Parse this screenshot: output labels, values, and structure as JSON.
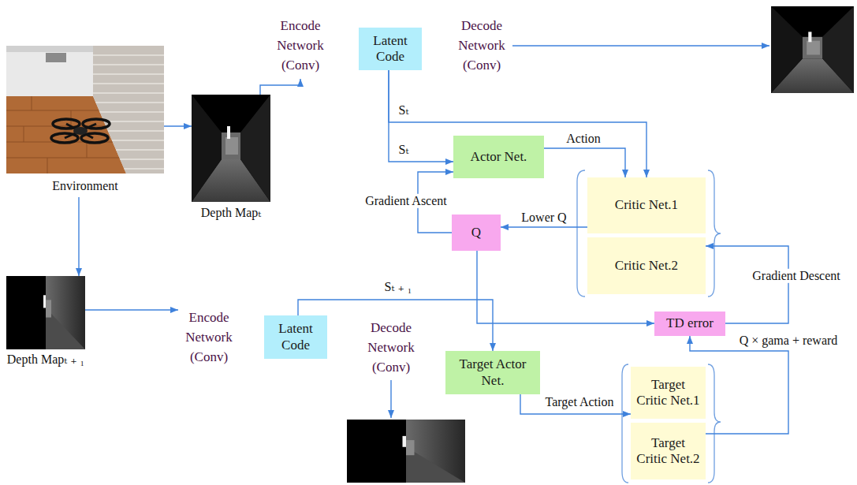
{
  "diagram": {
    "nodes": [
      {
        "text": [
          "Environment"
        ]
      },
      {
        "text": [
          "Depth Mapₜ"
        ]
      },
      {
        "text": [
          "Latent Code"
        ]
      },
      {
        "text": [
          "Actor Net."
        ]
      },
      {
        "text": [
          "Critic Net.1"
        ]
      },
      {
        "text": [
          "Critic Net.2"
        ]
      },
      {
        "text": [
          "Q"
        ]
      },
      {
        "text": [
          "TD error"
        ]
      },
      {
        "text": [
          "Depth Mapₜ ₊ ₁"
        ]
      },
      {
        "text": [
          "Latent Code"
        ]
      },
      {
        "text": [
          "Target Actor Net."
        ]
      },
      {
        "text": [
          "Target Critic Net.1"
        ]
      },
      {
        "text": [
          "Target Critic Net.2"
        ]
      }
    ],
    "edges": [
      {
        "from": 0,
        "to": 1,
        "arrow": "to"
      },
      {
        "from": 0,
        "to": 8,
        "arrow": "to"
      },
      {
        "from": 2,
        "to": 3,
        "label": "Sₜ",
        "arrow": "to"
      },
      {
        "from": 2,
        "to": 4,
        "label": "Sₜ",
        "arrow": "to"
      },
      {
        "from": 3,
        "to": 4,
        "label": "Action",
        "arrow": "to"
      },
      {
        "from": 4,
        "to": 6,
        "label": "Lower Q",
        "arrow": "to"
      },
      {
        "from": 6,
        "to": 3,
        "label": "Gradient Ascent",
        "arrow": "to"
      },
      {
        "from": 6,
        "to": 7,
        "arrow": "to"
      },
      {
        "from": 7,
        "to": 5,
        "label": "Gradient Descent",
        "arrow": "to"
      },
      {
        "from": 9,
        "to": 10,
        "label": "Sₜ ₊ ₁",
        "arrow": "to"
      },
      {
        "from": 10,
        "to": 11,
        "label": "Target Action",
        "arrow": "to"
      },
      {
        "from": 12,
        "to": 7,
        "label": "Q × gama + reward",
        "arrow": "to"
      }
    ],
    "labels": [
      "Encode Network (Conv)",
      "Decode Network (Conv)",
      "Encode Network (Conv)",
      "Decode Network (Conv)"
    ]
  }
}
